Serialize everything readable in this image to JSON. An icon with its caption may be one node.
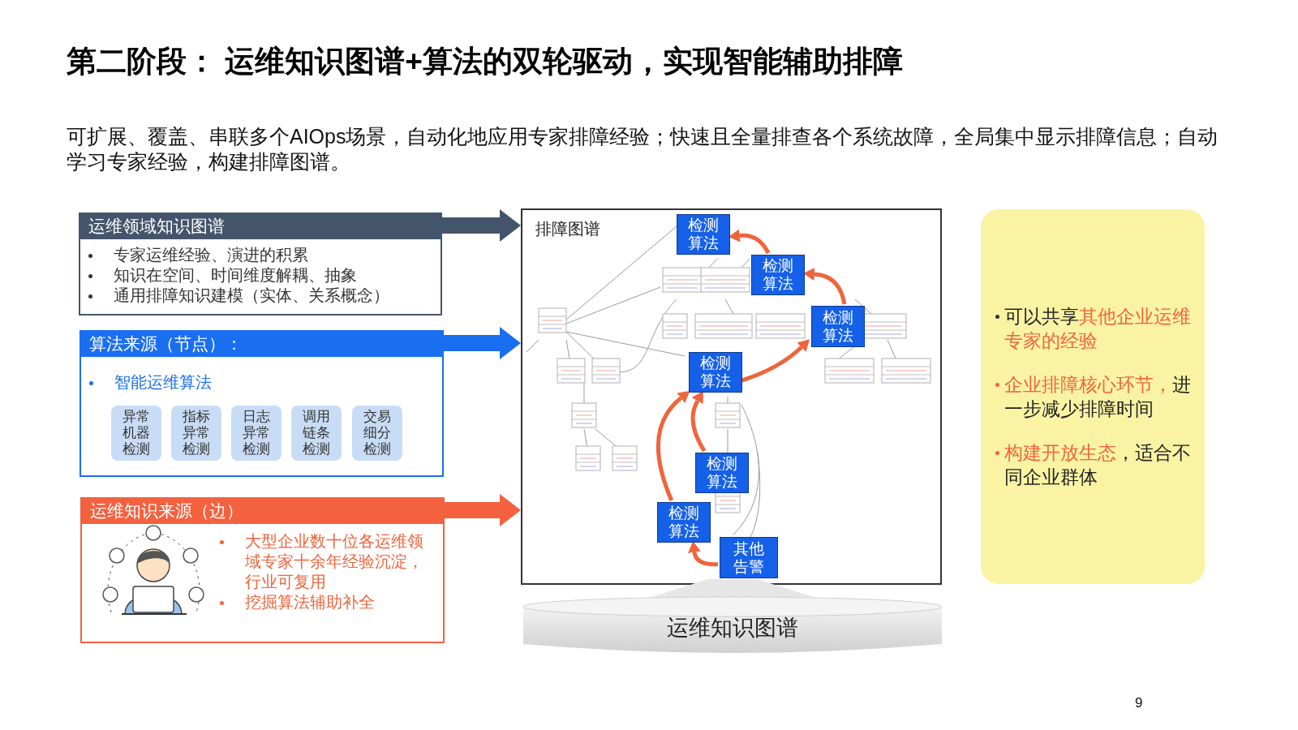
{
  "diagram": {
    "title": "第二阶段： 运维知识图谱+算法的双轮驱动，实现智能辅助排障",
    "nodes": [
      {
        "text": [
          "运维领域知识图谱",
          "专家运维经验、演进的积累",
          "知识在空间、时间维度解耦、抽象",
          "通用排障知识建模（实体、关系概念）"
        ]
      },
      {
        "text": [
          "算法来源（节点）：",
          "智能运维算法"
        ]
      },
      {
        "text": [
          "异常机器检测"
        ],
        "in": 1
      },
      {
        "text": [
          "指标异常检测"
        ],
        "in": 1
      },
      {
        "text": [
          "日志异常检测"
        ],
        "in": 1
      },
      {
        "text": [
          "调用链条检测"
        ],
        "in": 1
      },
      {
        "text": [
          "交易细分检测"
        ],
        "in": 1
      },
      {
        "text": [
          "运维知识来源（边）",
          "大型企业数十位各运维领域专家十余年经验沉淀，行业可复用",
          "挖掘算法辅助补全"
        ]
      },
      {
        "text": [
          "排障图谱"
        ]
      },
      {
        "text": [
          "检测算法"
        ],
        "in": 8
      },
      {
        "text": [
          "检测算法"
        ],
        "in": 8
      },
      {
        "text": [
          "检测算法"
        ],
        "in": 8
      },
      {
        "text": [
          "检测算法"
        ],
        "in": 8
      },
      {
        "text": [
          "检测算法"
        ],
        "in": 8
      },
      {
        "text": [
          "检测算法"
        ],
        "in": 8
      },
      {
        "text": [
          "其他告警"
        ],
        "in": 8
      },
      {
        "text": [
          "运维知识图谱"
        ]
      },
      {
        "text": [
          "可以共享**其他企业运维专家的经验**",
          "**企业排障核心环节，**进一步减少排障时间",
          "**构建开放生态**，适合不同企业群体"
        ]
      }
    ],
    "edges": [
      {
        "from": 0,
        "to": 8,
        "arrow": "to",
        "style": "thick",
        "color": "#44546a"
      },
      {
        "from": 1,
        "to": 8,
        "arrow": "to",
        "style": "thick",
        "color": "#1a6ef0"
      },
      {
        "from": 7,
        "to": 8,
        "arrow": "to",
        "style": "thick",
        "color": "#f4613f"
      },
      {
        "from": 10,
        "to": 9,
        "arrow": "to"
      },
      {
        "from": 11,
        "to": 10,
        "arrow": "to"
      },
      {
        "from": 12,
        "to": 11,
        "arrow": "to"
      },
      {
        "from": 14,
        "to": 12,
        "arrow": "to"
      },
      {
        "from": 13,
        "to": 12,
        "arrow": "to"
      },
      {
        "from": 15,
        "to": 14,
        "arrow": "to"
      }
    ],
    "labels": [
      "可扩展、覆盖、串联多个AIOps场景，自动化地应用专家排障经验；快速且全量排查各个系统故障，全局集中显示排障信息；自动学习专家经验，构建排障图谱。",
      "9"
    ]
  }
}
